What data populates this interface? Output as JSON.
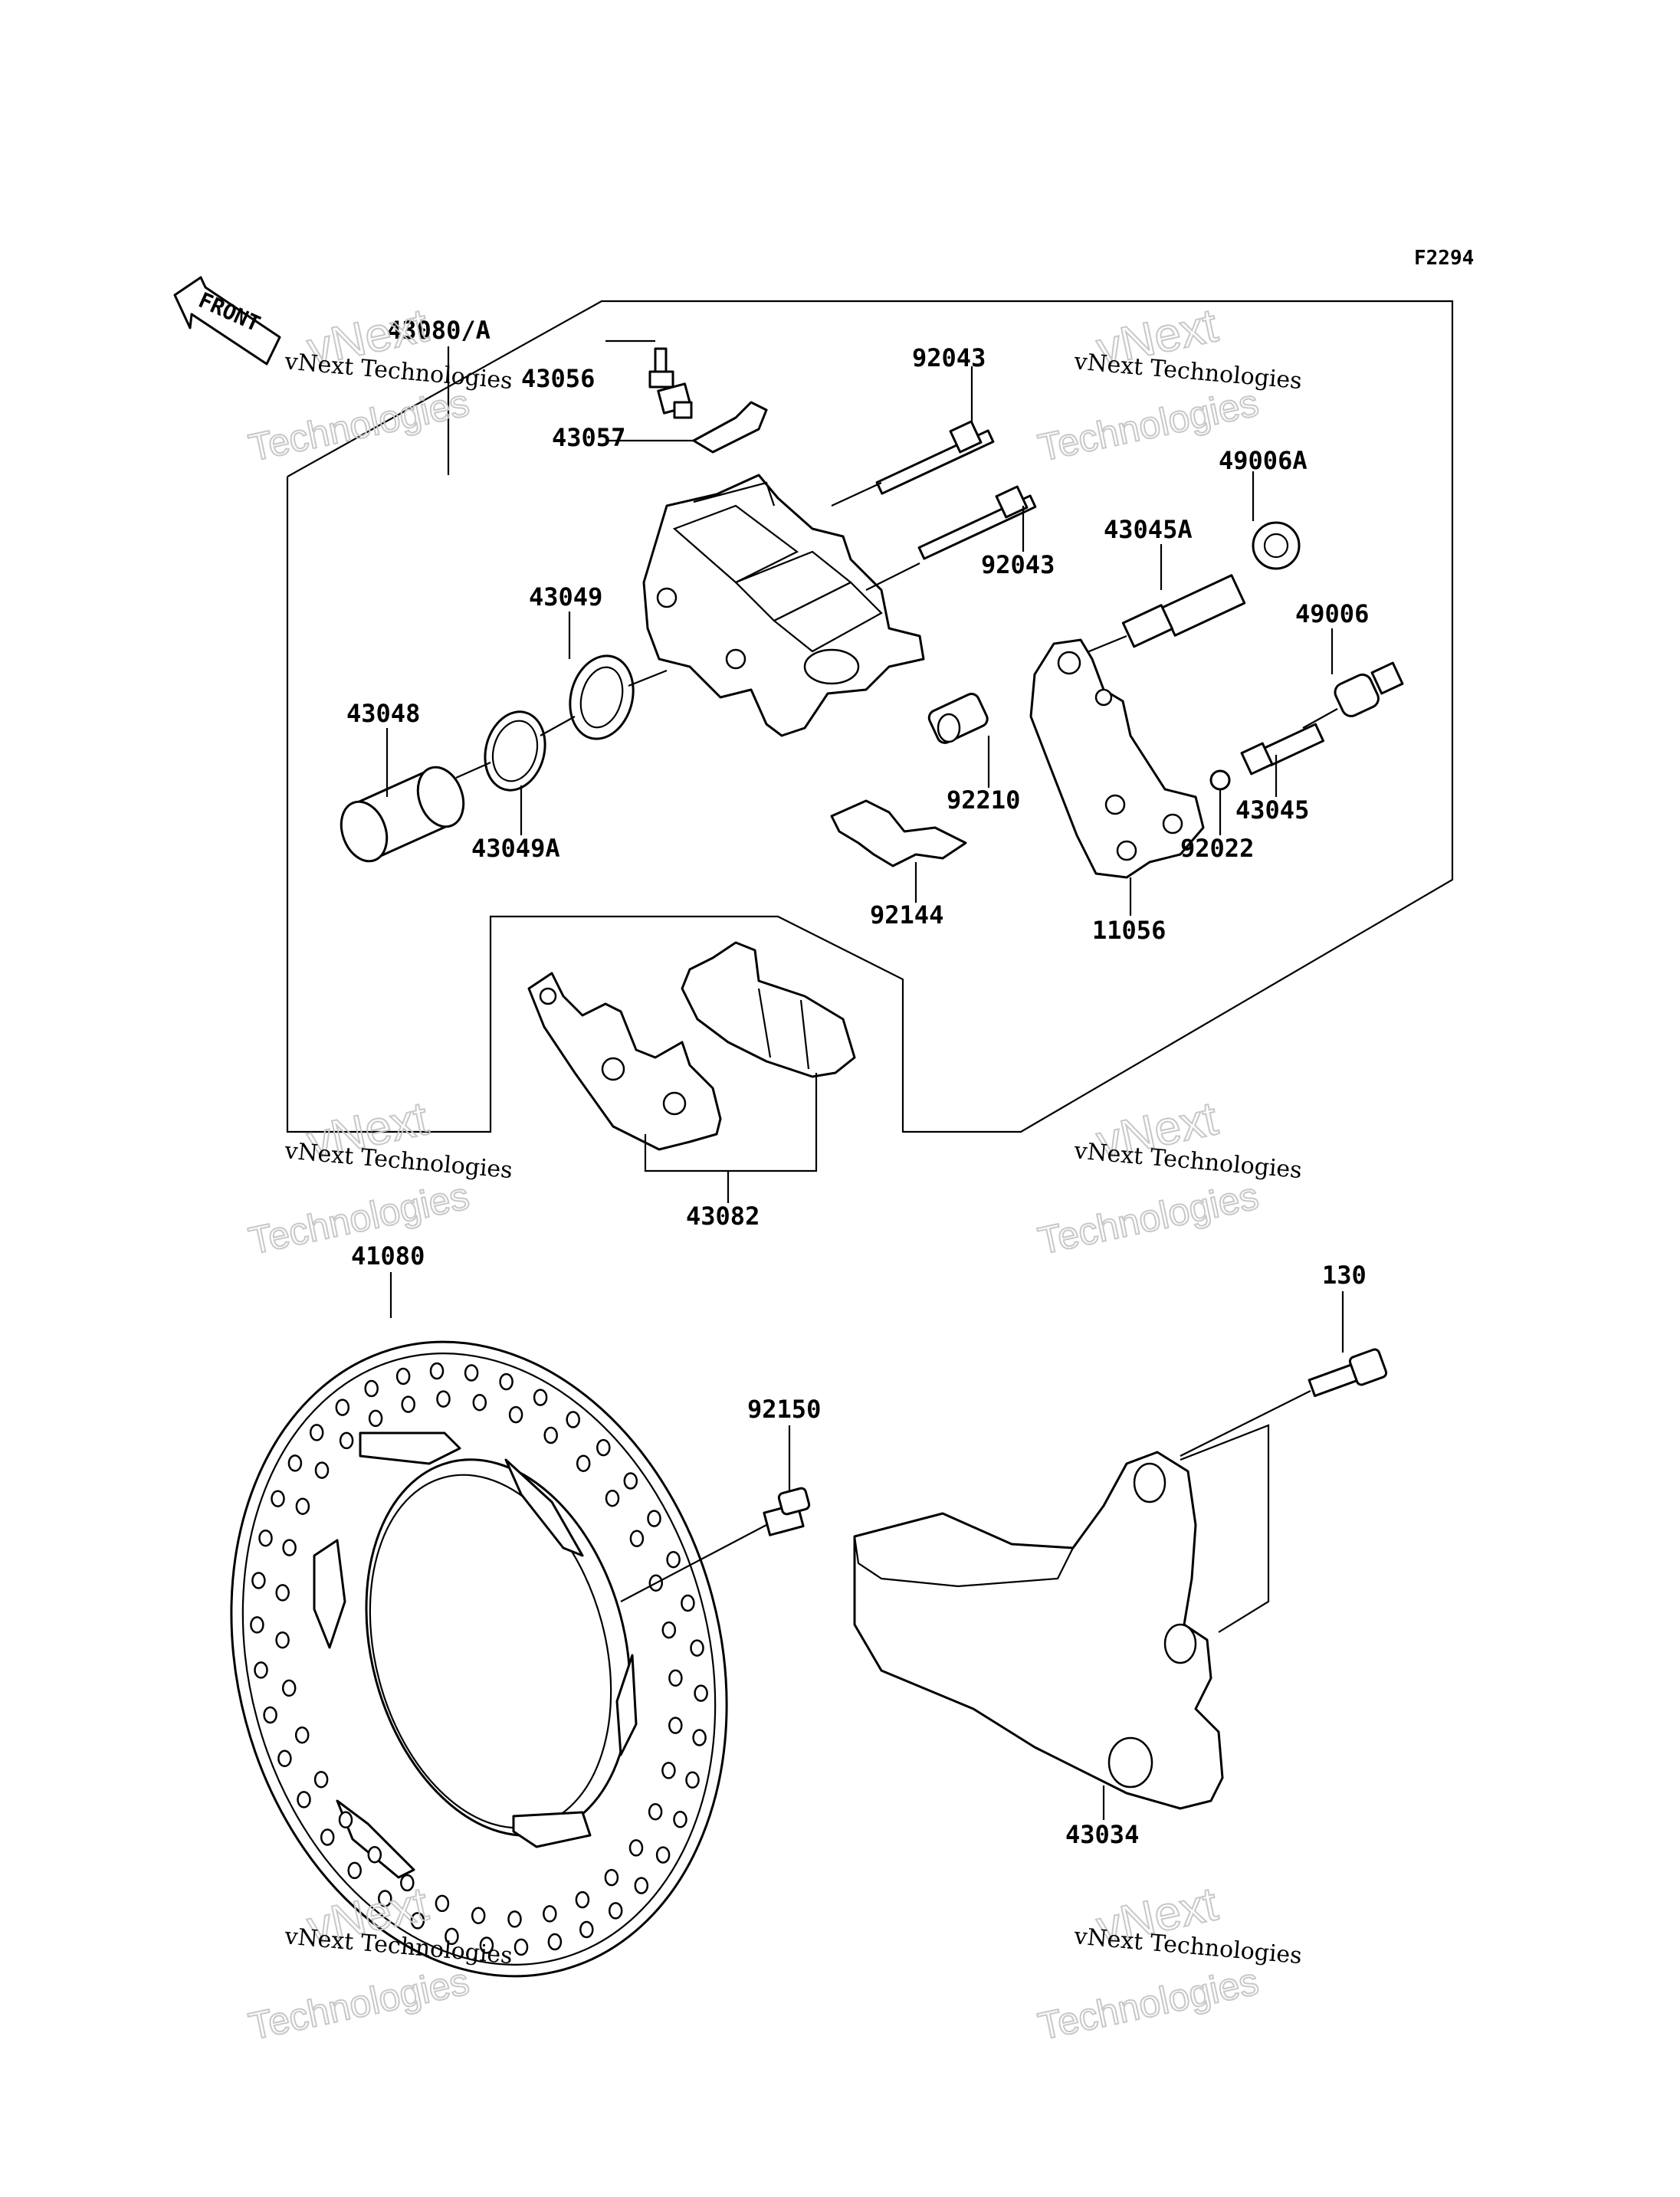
{
  "figure_code": "F2294",
  "front_label": "FRONT",
  "watermark": {
    "line1": "vNext Technologies",
    "line2": "vNext",
    "line3": "Technologies"
  },
  "parts": {
    "caliper_assy": "43080/A",
    "bleed_valve": "43056",
    "bleed_cap": "43057",
    "pin_upper": "92043",
    "pin_lower": "92043",
    "boot_a": "49006A",
    "pin_43045a": "43045A",
    "seal_43049": "43049",
    "boot_b": "49006",
    "piston": "43048",
    "sleeve": "92210",
    "pin_43045": "43045",
    "dust_seal": "43049A",
    "circlip": "92022",
    "spring": "92144",
    "bracket_11056": "11056",
    "pads": "43082",
    "disc": "41080",
    "bolt_130": "130",
    "bolt_92150": "92150",
    "holder": "43034"
  }
}
